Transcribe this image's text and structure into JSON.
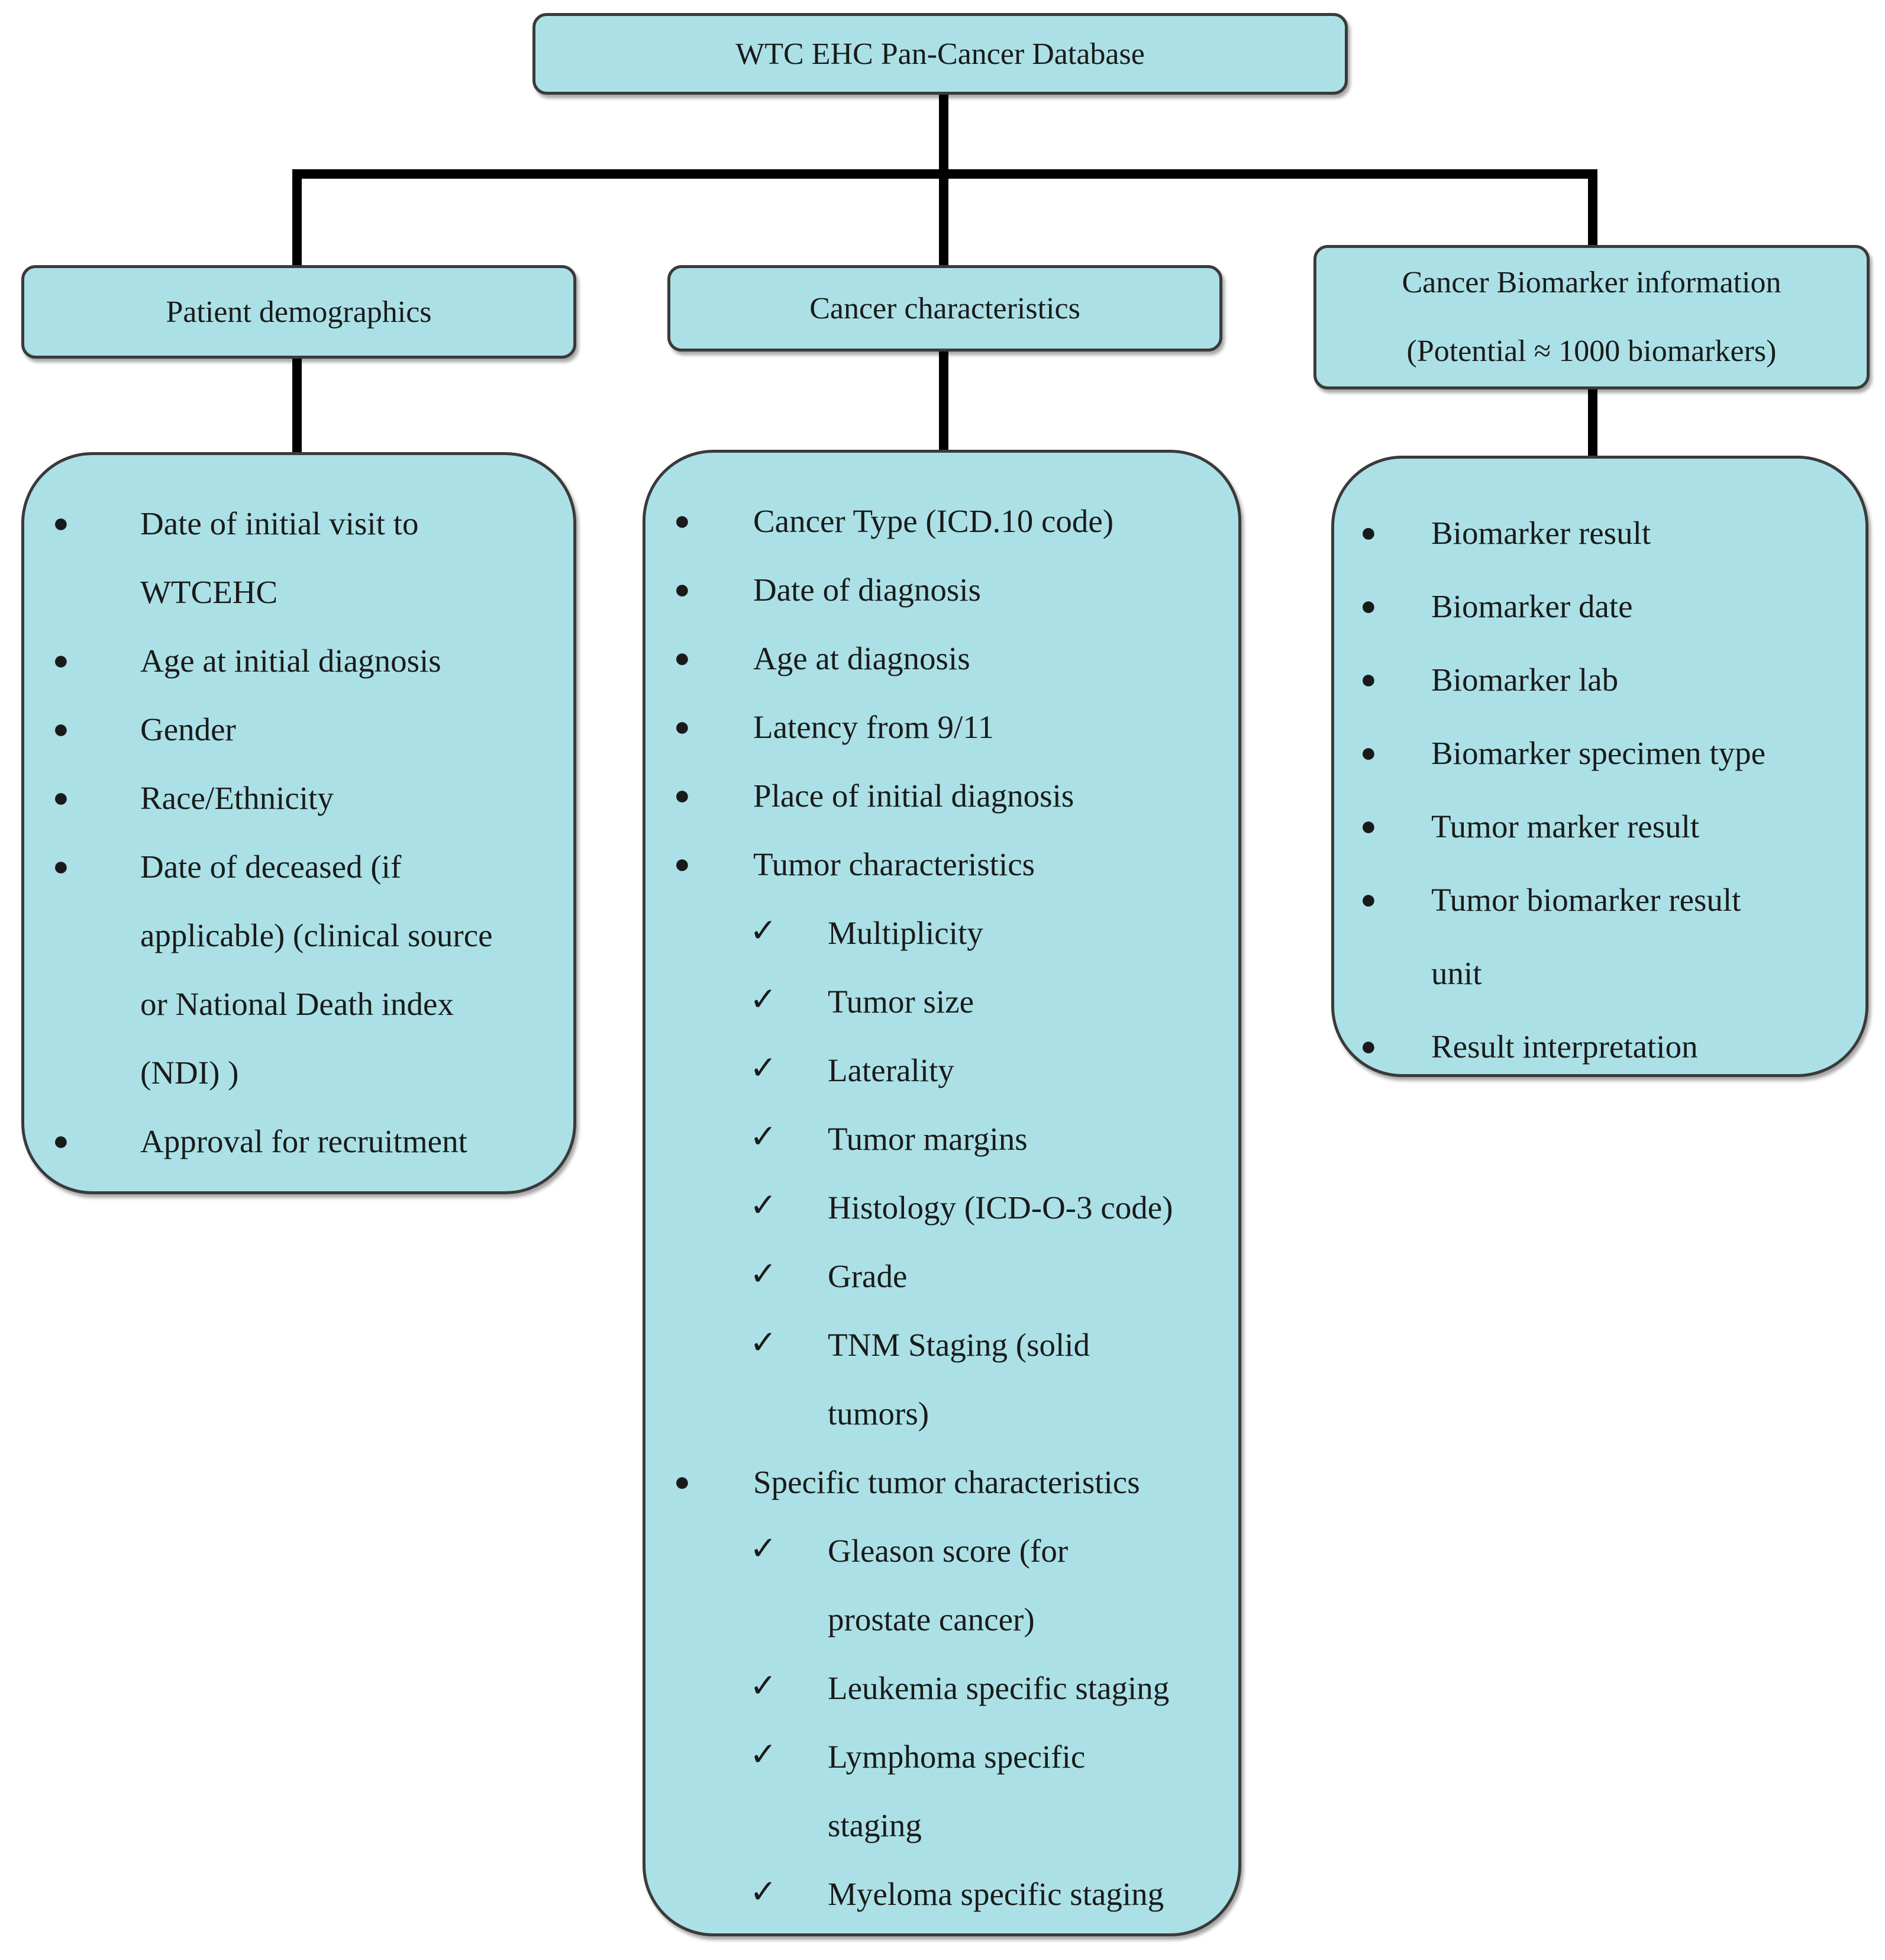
{
  "root": {
    "title": "WTC EHC Pan-Cancer Database"
  },
  "branches": [
    {
      "title_lines": [
        "Patient demographics"
      ],
      "items": [
        {
          "level": 1,
          "lines": [
            "Date of initial visit to",
            "WTCEHC"
          ]
        },
        {
          "level": 1,
          "lines": [
            "Age at initial diagnosis"
          ]
        },
        {
          "level": 1,
          "lines": [
            "Gender"
          ]
        },
        {
          "level": 1,
          "lines": [
            "Race/Ethnicity"
          ]
        },
        {
          "level": 1,
          "lines": [
            "Date of deceased (if",
            "applicable) (clinical source",
            "or National Death index",
            "(NDI) )"
          ]
        },
        {
          "level": 1,
          "lines": [
            "Approval for recruitment"
          ]
        }
      ]
    },
    {
      "title_lines": [
        "Cancer characteristics"
      ],
      "items": [
        {
          "level": 1,
          "lines": [
            "Cancer Type (ICD.10 code)"
          ]
        },
        {
          "level": 1,
          "lines": [
            "Date of diagnosis"
          ]
        },
        {
          "level": 1,
          "lines": [
            "Age at diagnosis"
          ]
        },
        {
          "level": 1,
          "lines": [
            "Latency from 9/11"
          ]
        },
        {
          "level": 1,
          "lines": [
            "Place of initial diagnosis"
          ]
        },
        {
          "level": 1,
          "lines": [
            "Tumor characteristics"
          ]
        },
        {
          "level": 2,
          "lines": [
            "Multiplicity"
          ]
        },
        {
          "level": 2,
          "lines": [
            "Tumor size"
          ]
        },
        {
          "level": 2,
          "lines": [
            "Laterality"
          ]
        },
        {
          "level": 2,
          "lines": [
            "Tumor margins"
          ]
        },
        {
          "level": 2,
          "lines": [
            "Histology (ICD-O-3 code)"
          ]
        },
        {
          "level": 2,
          "lines": [
            "Grade"
          ]
        },
        {
          "level": 2,
          "lines": [
            "TNM Staging (solid",
            "tumors)"
          ]
        },
        {
          "level": 1,
          "lines": [
            "Specific tumor characteristics"
          ]
        },
        {
          "level": 2,
          "lines": [
            "Gleason score (for",
            "prostate cancer)"
          ]
        },
        {
          "level": 2,
          "lines": [
            "Leukemia specific staging"
          ]
        },
        {
          "level": 2,
          "lines": [
            "Lymphoma specific",
            "staging"
          ]
        },
        {
          "level": 2,
          "lines": [
            "Myeloma specific staging"
          ]
        }
      ]
    },
    {
      "title_lines": [
        "Cancer Biomarker information",
        "(Potential ≈ 1000 biomarkers)"
      ],
      "items": [
        {
          "level": 1,
          "lines": [
            "Biomarker result"
          ]
        },
        {
          "level": 1,
          "lines": [
            "Biomarker date"
          ]
        },
        {
          "level": 1,
          "lines": [
            "Biomarker lab"
          ]
        },
        {
          "level": 1,
          "lines": [
            "Biomarker specimen type"
          ]
        },
        {
          "level": 1,
          "lines": [
            "Tumor marker result"
          ]
        },
        {
          "level": 1,
          "lines": [
            "Tumor biomarker result",
            "unit"
          ]
        },
        {
          "level": 1,
          "lines": [
            "Result interpretation"
          ]
        }
      ]
    }
  ],
  "markers": {
    "bullet": "●",
    "check": "✓"
  },
  "colors": {
    "box_fill": "#abe1e6",
    "box_border": "#3a3a3a",
    "connector": "#000000"
  }
}
